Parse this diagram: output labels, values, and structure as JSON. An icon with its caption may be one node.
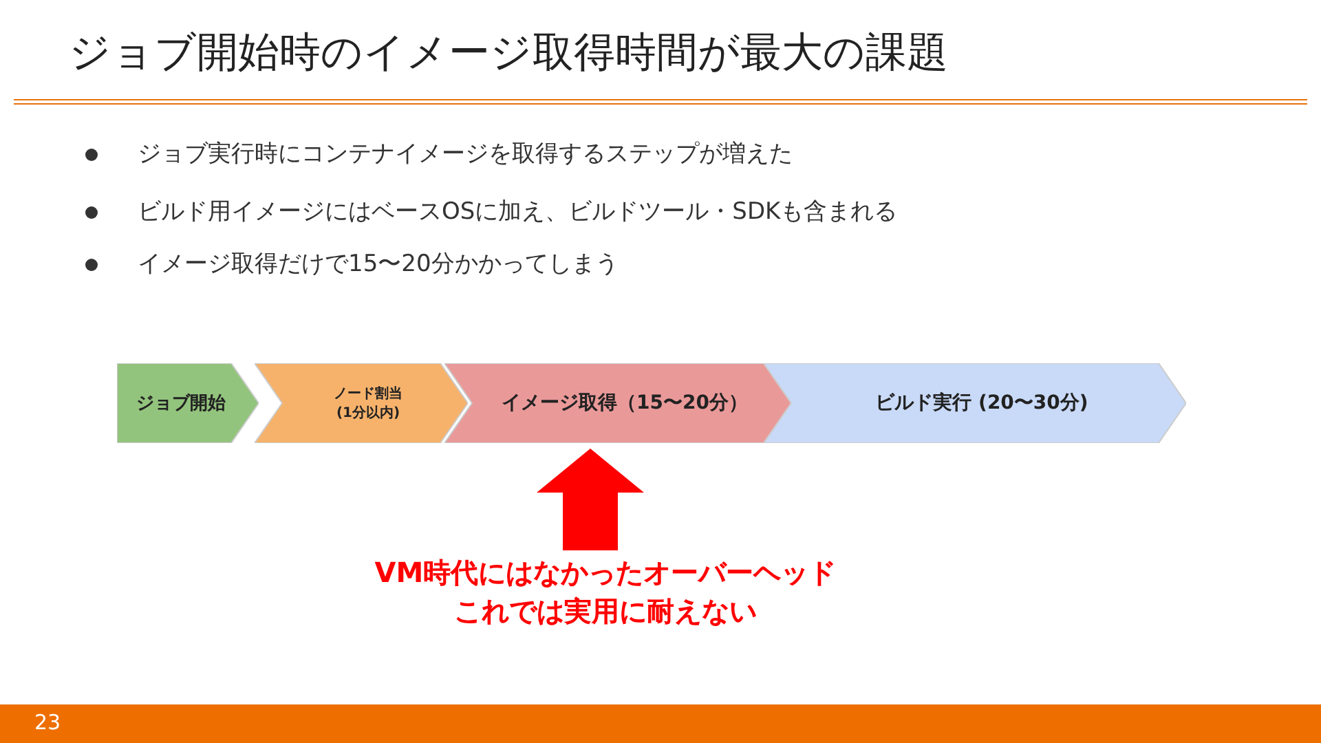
{
  "diagram": {
    "title": "ジョブ開始時のイメージ取得時間が最大の課題",
    "nodes": [
      {
        "text": [
          "ジョブ開始"
        ]
      },
      {
        "text": [
          "ノード割当 (1分以内)"
        ]
      },
      {
        "text": [
          "イメージ取得（15〜20分）"
        ]
      },
      {
        "text": [
          "ビルド実行 (20〜30分)"
        ]
      },
      {
        "text": [
          "VM時代にはなかったオーバーヘッド",
          "これでは実用に耐えない"
        ]
      }
    ],
    "edges": [
      {
        "from": 4,
        "to": 2,
        "arrow": "to",
        "style": "thick",
        "color": "#ff0000"
      }
    ],
    "labels": [
      "ジョブ実行時にコンテナイメージを取得するステップが増えた",
      "ビルド用イメージにはベースOSに加え、ビルドツール・SDKも含まれる",
      "イメージ取得だけで15〜20分かかってしまう",
      "23"
    ]
  }
}
